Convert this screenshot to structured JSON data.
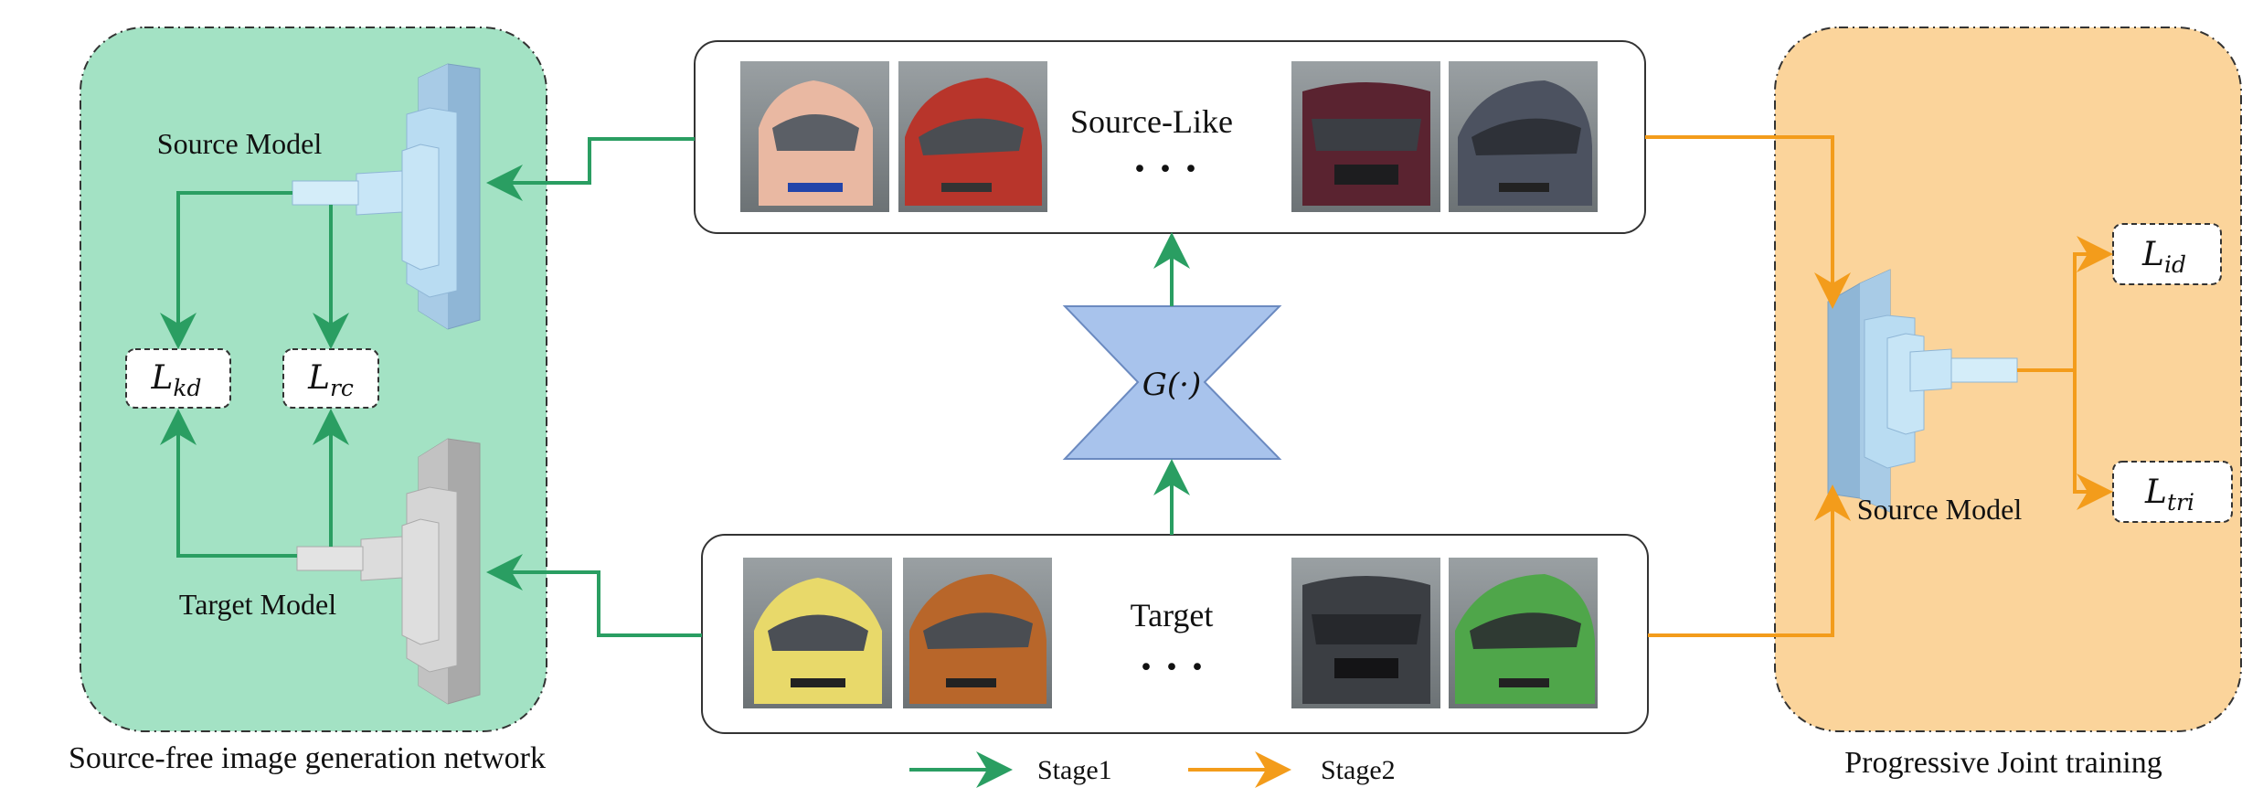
{
  "panels": {
    "left_caption": "Source-free image generation network",
    "right_caption": "Progressive Joint training"
  },
  "models": {
    "left_source": "Source Model",
    "left_target": "Target Model",
    "right_source": "Source Model"
  },
  "losses": {
    "kd": {
      "base": "L",
      "sub": "kd"
    },
    "rc": {
      "base": "L",
      "sub": "rc"
    },
    "id": {
      "base": "L",
      "sub": "id"
    },
    "tri": {
      "base": "L",
      "sub": "tri"
    }
  },
  "center": {
    "source_like_label": "Source-Like",
    "target_label": "Target",
    "ellipsis": "· · ·",
    "generator_label": "G(·)"
  },
  "legend": {
    "stage1": "Stage1",
    "stage2": "Stage2"
  },
  "colors": {
    "green_panel": "#a3e2c4",
    "orange_panel": "#fbd49b",
    "stage1_arrow": "#2a9e62",
    "stage2_arrow": "#f39c1b",
    "generator": "#a8c3ec",
    "model_blue": "#b9dcf2",
    "model_gray": "#d5d5d5"
  },
  "car_thumbnails": {
    "source_like": [
      "peach-sedan-car-icon",
      "red-hatchback-car-icon",
      "dark-red-suv-car-icon",
      "gray-hatchback-car-icon"
    ],
    "target": [
      "yellow-sedan-car-icon",
      "orange-hatchback-car-icon",
      "gray-suv-car-icon",
      "green-hatchback-car-icon"
    ]
  }
}
